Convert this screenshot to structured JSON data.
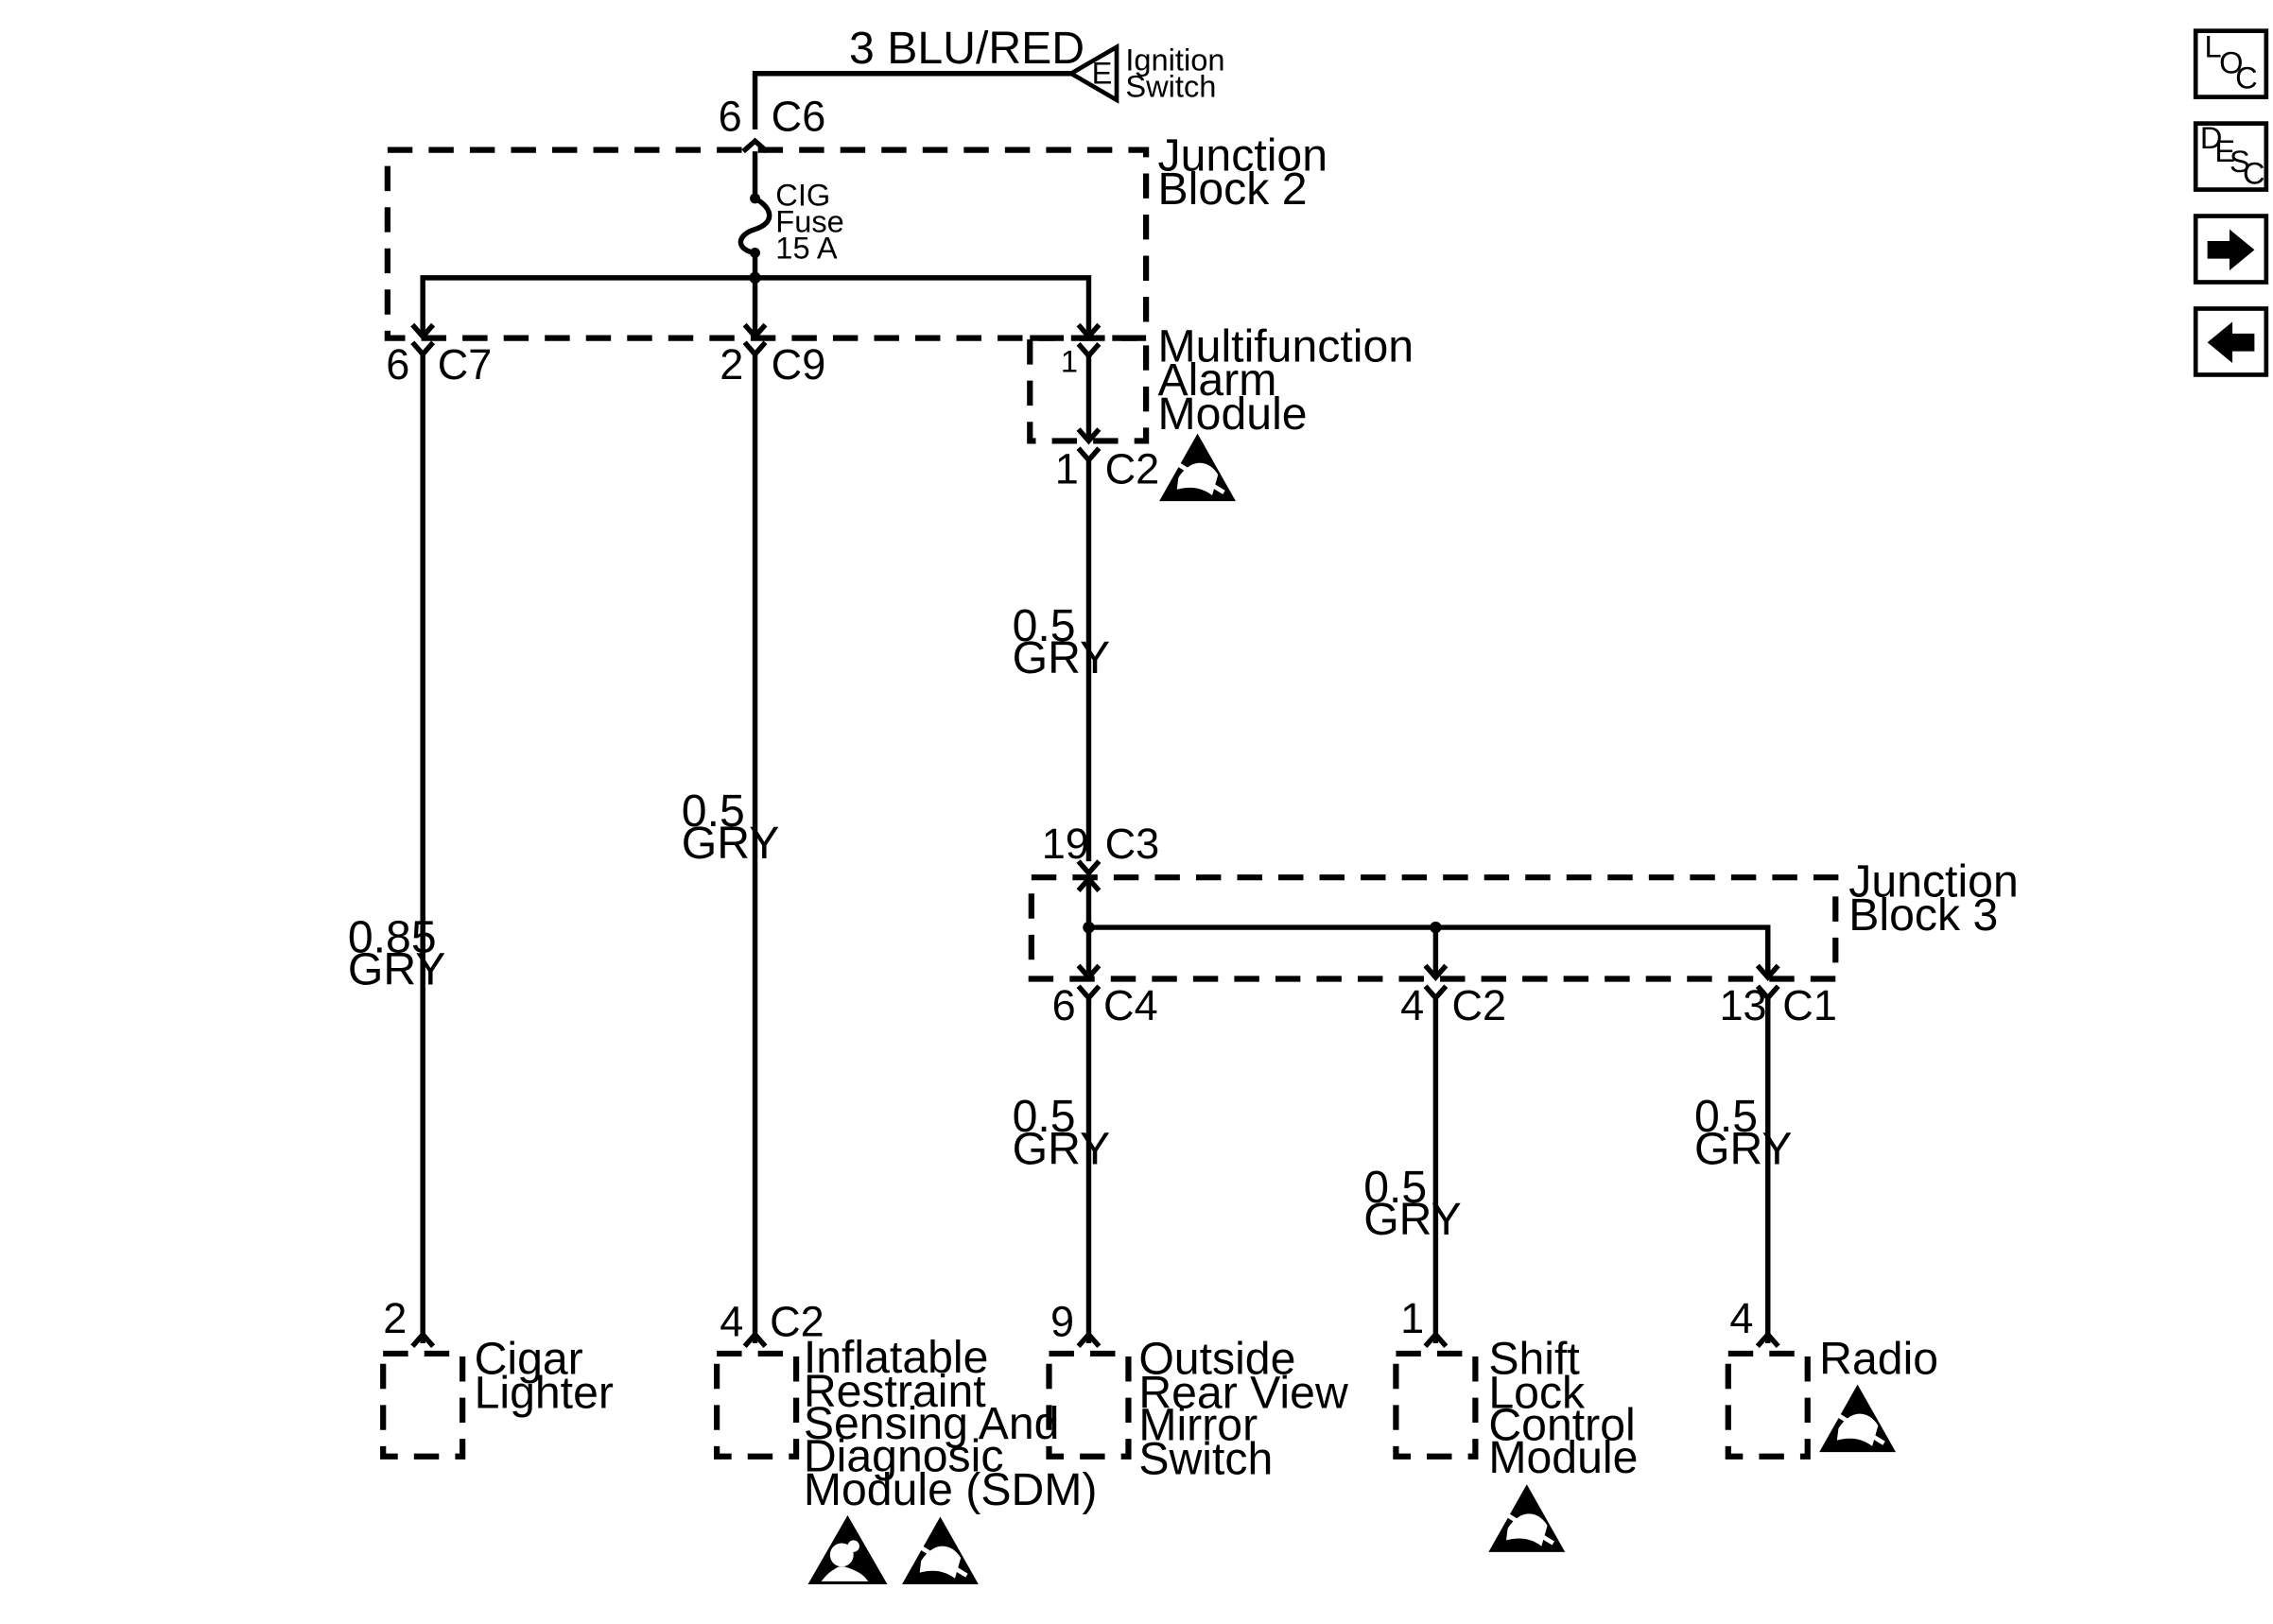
{
  "source": {
    "wire": "3 BLU/RED",
    "connector_letter": "E",
    "name_line1": "Ignition",
    "name_line2": "Switch"
  },
  "junction_block_2": {
    "title_line1": "Junction",
    "title_line2": "Block 2",
    "input_pin": "6",
    "input_conn": "C6",
    "fuse_line1": "CIG",
    "fuse_line2": "Fuse",
    "fuse_line3": "15 A",
    "out_left_pin": "6",
    "out_left_conn": "C7",
    "out_mid_pin": "2",
    "out_mid_conn": "C9"
  },
  "multifunction_alarm_module": {
    "pin_inside": "1",
    "title_line1": "Multifunction",
    "title_line2": "Alarm",
    "title_line3": "Module",
    "out_pin": "1",
    "out_conn": "C2"
  },
  "wires": {
    "cigar": {
      "size": "0.85",
      "color": "GRY"
    },
    "sdm": {
      "size": "0.5",
      "color": "GRY"
    },
    "alarm_to_jb3": {
      "size": "0.5",
      "color": "GRY"
    },
    "mirror": {
      "size": "0.5",
      "color": "GRY"
    },
    "shift_lock": {
      "size": "0.5",
      "color": "GRY"
    },
    "radio": {
      "size": "0.5",
      "color": "GRY"
    }
  },
  "junction_block_3": {
    "title_line1": "Junction",
    "title_line2": "Block 3",
    "input_pin": "19",
    "input_conn": "C3",
    "out1_pin": "6",
    "out1_conn": "C4",
    "out2_pin": "4",
    "out2_conn": "C2",
    "out3_pin": "13",
    "out3_conn": "C1"
  },
  "components": {
    "cigar_lighter": {
      "pin": "2",
      "line1": "Cigar",
      "line2": "Lighter"
    },
    "sdm": {
      "pin": "4",
      "conn": "C2",
      "line1": "Inflatable",
      "line2": "Restraint",
      "line3": "Sensing And",
      "line4": "Diagnosic",
      "line5": "Module (SDM)"
    },
    "mirror_switch": {
      "pin": "9",
      "line1": "Outside",
      "line2": "Rear View",
      "line3": "Mirror",
      "line4": "Switch"
    },
    "shift_lock": {
      "pin": "1",
      "line1": "Shift",
      "line2": "Lock",
      "line3": "Control",
      "line4": "Module"
    },
    "radio": {
      "pin": "4",
      "line1": "Radio"
    }
  },
  "nav": {
    "loc": {
      "l1": "L",
      "l2": "O",
      "l3": "C"
    },
    "desc": {
      "l1": "D",
      "l2": "E",
      "l3": "S",
      "l4": "C"
    },
    "next_icon": "arrow-right-icon",
    "prev_icon": "arrow-left-icon"
  },
  "icons": {
    "esd": "esd-sensitive-icon",
    "airbag": "airbag-icon"
  }
}
